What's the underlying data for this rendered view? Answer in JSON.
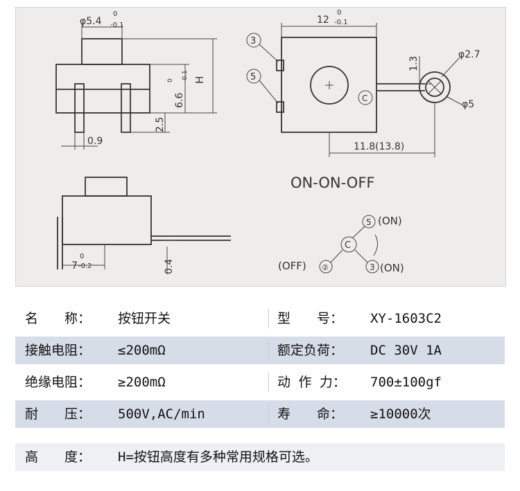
{
  "drawing": {
    "dim_diameter_cap": "φ5.4",
    "dim_cap_tol_upper": "0",
    "dim_cap_tol_lower": "-0.1",
    "dim_width": "12",
    "dim_width_tol_upper": "0",
    "dim_width_tol_lower": "-0.1",
    "dim_h": "H",
    "dim_body_height": "6.6",
    "dim_body_tol_upper": "0",
    "dim_body_tol_lower": "-0.1",
    "dim_pin_length": "2.5",
    "dim_pin_width": "0.9",
    "dim_offset": "1.3",
    "dim_hole": "φ2.7",
    "dim_ring": "φ5",
    "dim_length": "11.8(13.8)",
    "dim_side_width": "7",
    "dim_side_tol_upper": "0",
    "dim_side_tol_lower": "-0.2",
    "dim_thickness": "0.4",
    "pin_label_3": "3",
    "pin_label_5": "5",
    "pin_label_c": "C",
    "mode_title": "ON-ON-OFF",
    "state_on_top": "(ON)",
    "state_on_bottom": "(ON)",
    "state_off": "(OFF)",
    "circuit_pin_5": "5",
    "circuit_pin_c": "C",
    "circuit_pin_3": "3",
    "circuit_pin_off": "②"
  },
  "specs": [
    {
      "left_label": "名　　称：",
      "left_value": "按钮开关",
      "right_label": "型　　号：",
      "right_value": "XY-1603C2",
      "shaded": false
    },
    {
      "left_label": "接触电阻：",
      "left_value": "≤200mΩ",
      "right_label": "额定负荷：",
      "right_value": "DC 30V 1A",
      "shaded": true
    },
    {
      "left_label": "绝缘电阻：",
      "left_value": "≥200mΩ",
      "right_label": "动 作 力：",
      "right_value": "700±100gf",
      "shaded": false
    },
    {
      "left_label": "耐　　压：",
      "left_value": "500V,AC/min",
      "right_label": "寿　　命：",
      "right_value": "≥10000次",
      "shaded": true
    }
  ],
  "height_note": {
    "label": "高　　度：",
    "value": "H=按钮高度有多种常用规格可选。"
  }
}
